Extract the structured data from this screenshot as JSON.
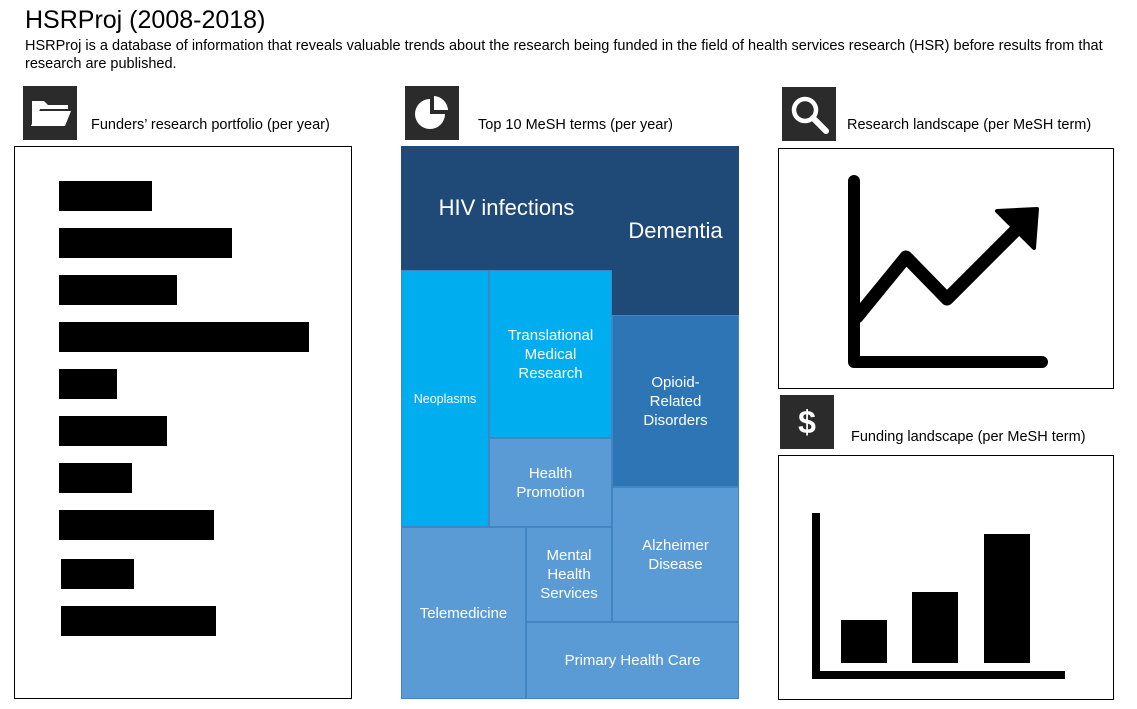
{
  "page": {
    "title": "HSRProj (2008-2018)",
    "description": "HSRProj is a database of information that reveals valuable trends about the research being funded in the field of health services research (HSR) before results from that research are published."
  },
  "sections": {
    "funders": {
      "label": "Funders’ research portfolio (per year)",
      "icon": "folder-open-icon"
    },
    "mesh": {
      "label": "Top 10 MeSH terms (per year)",
      "icon": "pie-chart-icon"
    },
    "research": {
      "label": "Research landscape (per MeSH term)",
      "icon": "magnifier-icon"
    },
    "funding": {
      "label": "Funding landscape (per MeSH term)",
      "icon": "dollar-icon"
    }
  },
  "colors": {
    "dark_navy": "#1f4a78",
    "cyan": "#00aeef",
    "medium_blue": "#2e75b6",
    "light_blue": "#5b9bd5",
    "icon_bg": "#2b2b2b"
  },
  "treemap": {
    "tiles": [
      {
        "id": "hiv",
        "label": "HIV infections"
      },
      {
        "id": "dementia",
        "label": "Dementia"
      },
      {
        "id": "neoplasms",
        "label": "Neoplasms"
      },
      {
        "id": "translational",
        "label": "Translational\nMedical\nResearch"
      },
      {
        "id": "opioid",
        "label": "Opioid-\nRelated\nDisorders"
      },
      {
        "id": "health_promotion",
        "label": "Health\nPromotion"
      },
      {
        "id": "alzheimer",
        "label": "Alzheimer\nDisease"
      },
      {
        "id": "telemedicine",
        "label": "Telemedicine"
      },
      {
        "id": "mental_health",
        "label": "Mental\nHealth\nServices"
      },
      {
        "id": "primary_care",
        "label": "Primary Health Care"
      }
    ]
  },
  "funders_bars": {
    "relative_lengths": [
      0.37,
      0.69,
      0.47,
      1.0,
      0.23,
      0.43,
      0.29,
      0.62,
      0.29,
      0.62
    ]
  },
  "funding_bars": {
    "relative_heights": [
      0.33,
      0.55,
      1.0
    ]
  }
}
